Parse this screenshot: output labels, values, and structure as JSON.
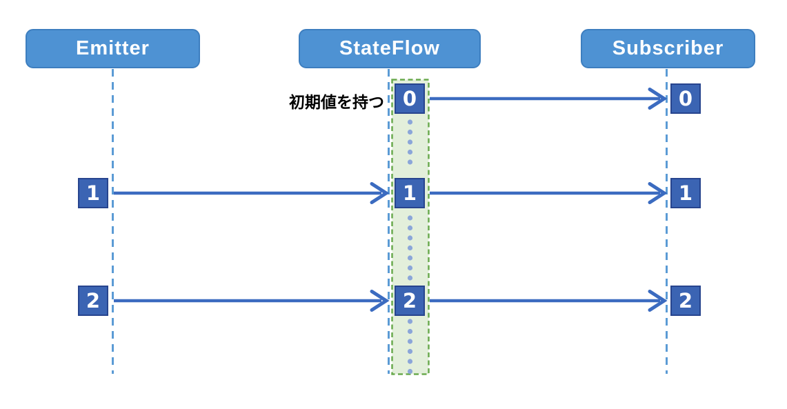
{
  "lanes": [
    {
      "id": "emitter",
      "label": "Emitter"
    },
    {
      "id": "stateflow",
      "label": "StateFlow"
    },
    {
      "id": "subscriber",
      "label": "Subscriber"
    }
  ],
  "annotation": {
    "text": "初期値を持つ"
  },
  "rows": [
    {
      "value": "0",
      "shown_in": [
        "stateflow",
        "subscriber"
      ]
    },
    {
      "value": "1",
      "shown_in": [
        "emitter",
        "stateflow",
        "subscriber"
      ]
    },
    {
      "value": "2",
      "shown_in": [
        "emitter",
        "stateflow",
        "subscriber"
      ]
    }
  ],
  "colors": {
    "background": "#ffffff",
    "header_fill": "#4e92d3",
    "header_border": "#3d7ebf",
    "header_text": "#ffffff",
    "value_fill": "#3b64b3",
    "value_border": "#27448e",
    "value_text": "#ffffff",
    "arrow": "#3b6bc0",
    "lifeline": "#5b9bd5",
    "container_fill": "#e3efdb",
    "container_border": "#6aaa4e",
    "dot": "#8ba6d9",
    "annotation_text": "#000000"
  }
}
